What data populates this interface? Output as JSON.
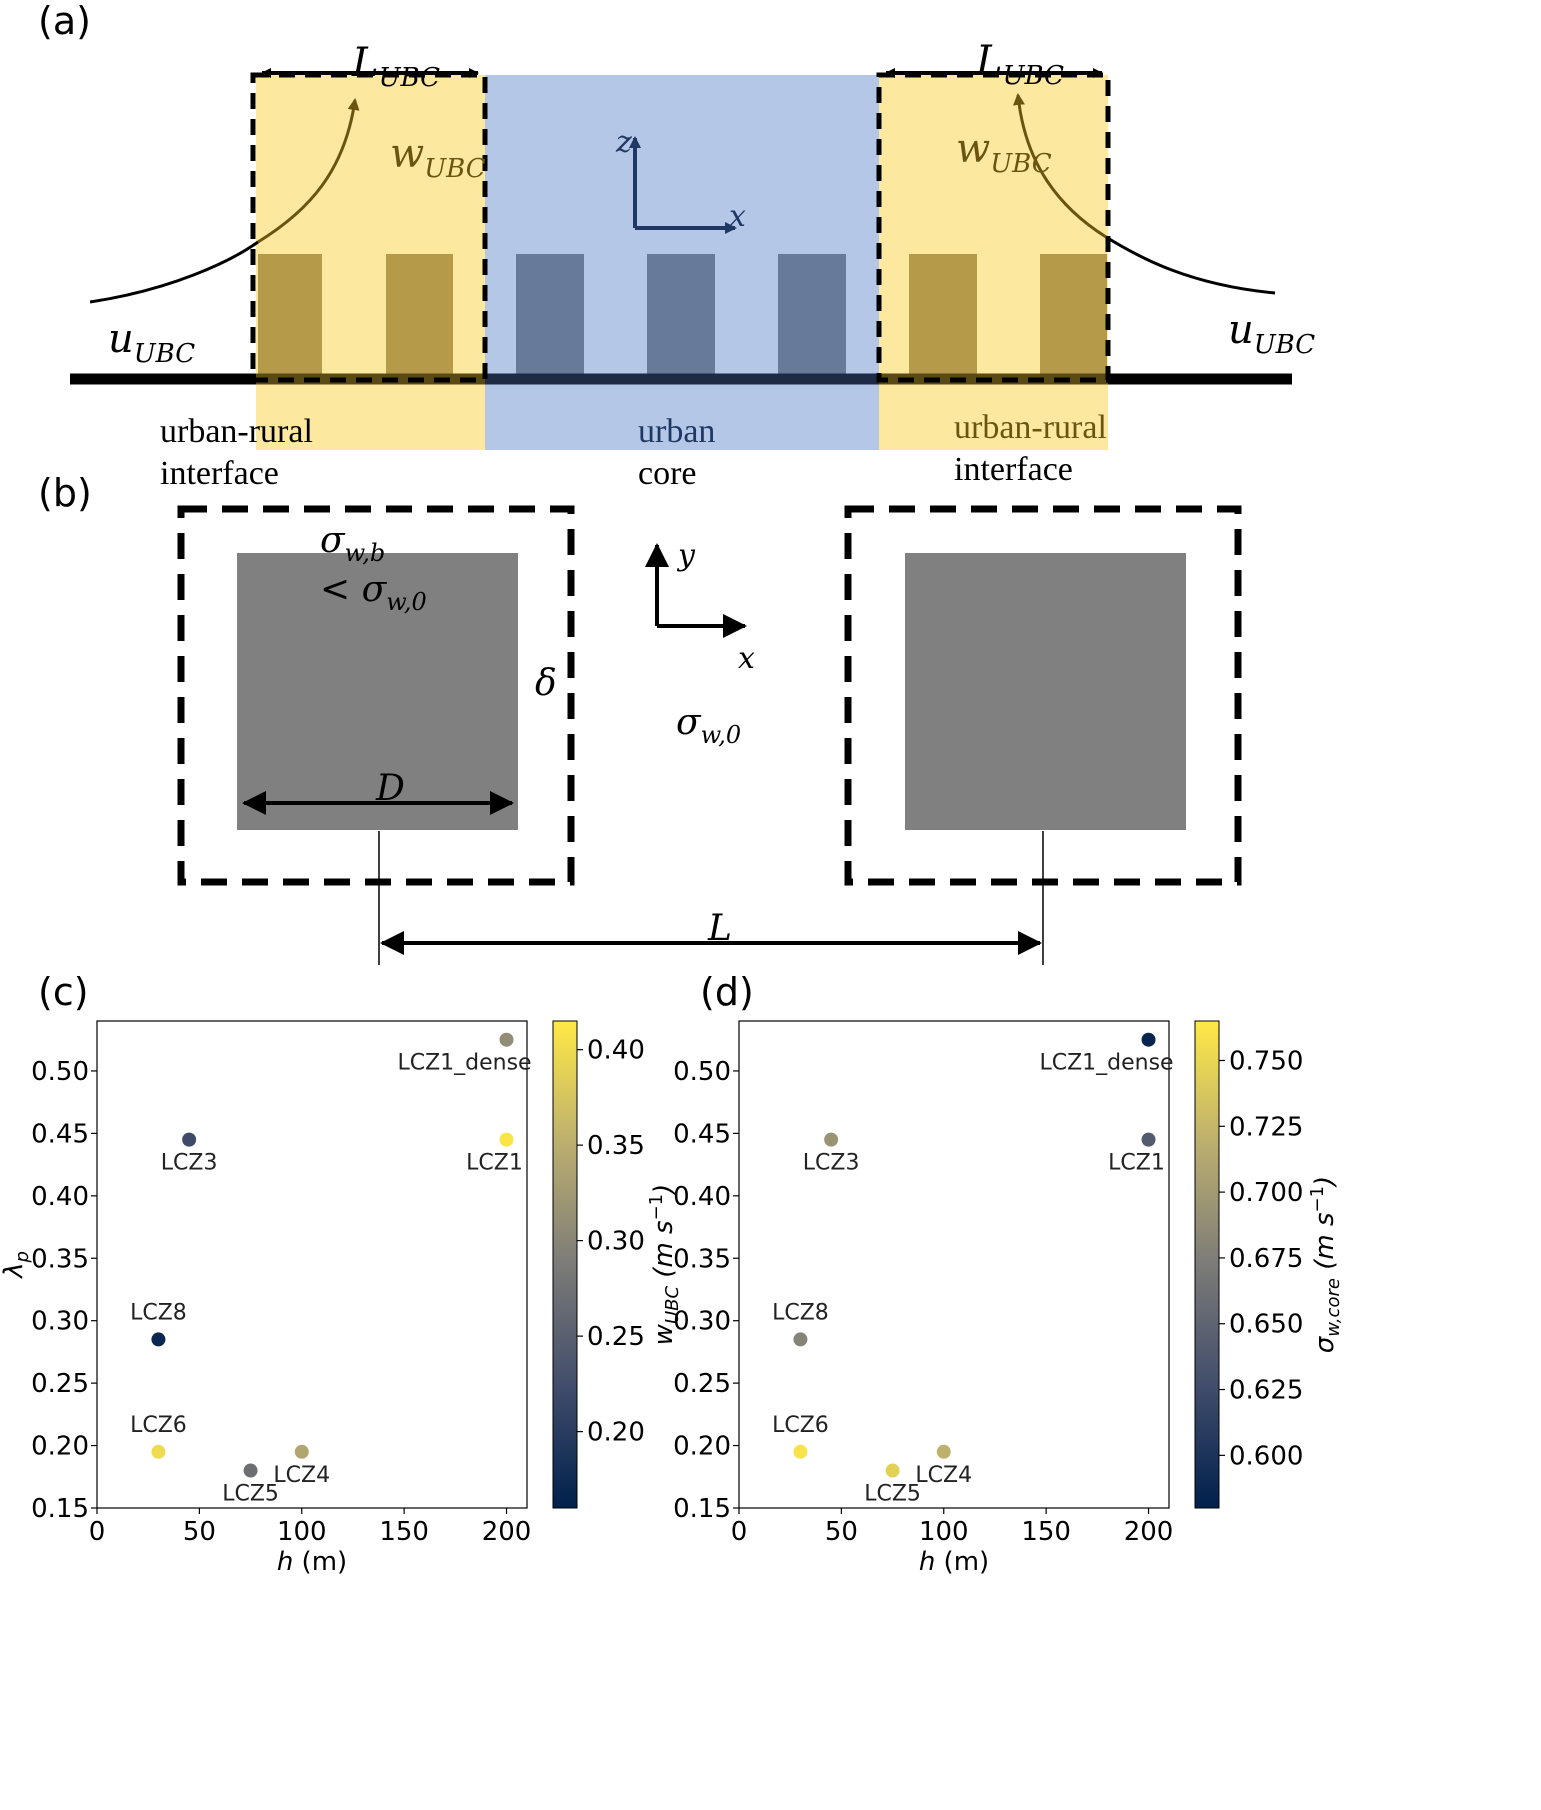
{
  "panels": {
    "a": {
      "label": "(a)",
      "l_ubc_left": "L",
      "l_ubc_left_sub": "UBC",
      "l_ubc_right": "L",
      "l_ubc_right_sub": "UBC",
      "w_ubc_left": "w",
      "w_ubc_left_sub": "UBC",
      "w_ubc_right": "w",
      "w_ubc_right_sub": "UBC",
      "u_ubc_left": "u",
      "u_ubc_left_sub": "UBC",
      "u_ubc_right": "u",
      "u_ubc_right_sub": "UBC",
      "axis_z": "z",
      "axis_x": "x",
      "interface_left": [
        "urban-rural",
        "interface"
      ],
      "core": [
        "urban",
        "core"
      ],
      "interface_right": [
        "urban-rural",
        "interface"
      ]
    },
    "b": {
      "label": "(b)",
      "sigma_wb": "σ",
      "sigma_wb_sub": "w,b",
      "sigma_lt": "< σ",
      "sigma_lt_sub": "w,0",
      "delta": "δ",
      "axis_y": "y",
      "axis_x": "x",
      "sigma_w0": "σ",
      "sigma_w0_sub": "w,0",
      "D": "D",
      "L": "L"
    },
    "c": {
      "label": "(c)"
    },
    "d": {
      "label": "(d)"
    }
  },
  "colors": {
    "interface_fill": "#fde8a0",
    "core_fill": "#b4c7e7",
    "building_interface": "#b59a4a",
    "building_core": "#677a99",
    "plan_building": "#808080",
    "arrow_brown": "#6b5410",
    "arrow_navy": "#1f3864"
  },
  "chart_data": [
    {
      "type": "scatter",
      "panel": "(c)",
      "xlabel": "h (m)",
      "ylabel": "λp",
      "xlim": [
        0,
        210
      ],
      "ylim": [
        0.15,
        0.54
      ],
      "xticks": [
        0,
        50,
        100,
        150,
        200
      ],
      "yticks": [
        0.15,
        0.2,
        0.25,
        0.3,
        0.35,
        0.4,
        0.45,
        0.5
      ],
      "colorbar": {
        "label": "",
        "min": 0.16,
        "max": 0.415,
        "ticks": [
          0.2,
          0.25,
          0.3,
          0.35,
          0.4
        ]
      },
      "points": [
        {
          "label": "LCZ1_dense",
          "x": 200,
          "y": 0.525,
          "c": 0.31
        },
        {
          "label": "LCZ3",
          "x": 45,
          "y": 0.445,
          "c": 0.22
        },
        {
          "label": "LCZ1",
          "x": 200,
          "y": 0.445,
          "c": 0.41
        },
        {
          "label": "LCZ8",
          "x": 30,
          "y": 0.285,
          "c": 0.17
        },
        {
          "label": "LCZ6",
          "x": 30,
          "y": 0.195,
          "c": 0.4
        },
        {
          "label": "LCZ5",
          "x": 75,
          "y": 0.18,
          "c": 0.27
        },
        {
          "label": "LCZ4",
          "x": 100,
          "y": 0.195,
          "c": 0.34
        }
      ]
    },
    {
      "type": "scatter",
      "panel": "(d)",
      "xlabel": "h (m)",
      "ylabel": "wUBC (m s−1)",
      "xlim": [
        0,
        210
      ],
      "ylim": [
        0.15,
        0.54
      ],
      "xticks": [
        0,
        50,
        100,
        150,
        200
      ],
      "yticks": [
        0.15,
        0.2,
        0.25,
        0.3,
        0.35,
        0.4,
        0.45,
        0.5
      ],
      "colorbar": {
        "label": "σw,core (m s−1)",
        "min": 0.58,
        "max": 0.765,
        "ticks": [
          0.6,
          0.625,
          0.65,
          0.675,
          0.7,
          0.725,
          0.75
        ]
      },
      "points": [
        {
          "label": "LCZ1_dense",
          "x": 200,
          "y": 0.525,
          "c": 0.585
        },
        {
          "label": "LCZ3",
          "x": 45,
          "y": 0.445,
          "c": 0.695
        },
        {
          "label": "LCZ1",
          "x": 200,
          "y": 0.445,
          "c": 0.64
        },
        {
          "label": "LCZ8",
          "x": 30,
          "y": 0.285,
          "c": 0.68
        },
        {
          "label": "LCZ6",
          "x": 30,
          "y": 0.195,
          "c": 0.76
        },
        {
          "label": "LCZ5",
          "x": 75,
          "y": 0.18,
          "c": 0.745
        },
        {
          "label": "LCZ4",
          "x": 100,
          "y": 0.195,
          "c": 0.72
        }
      ]
    }
  ]
}
